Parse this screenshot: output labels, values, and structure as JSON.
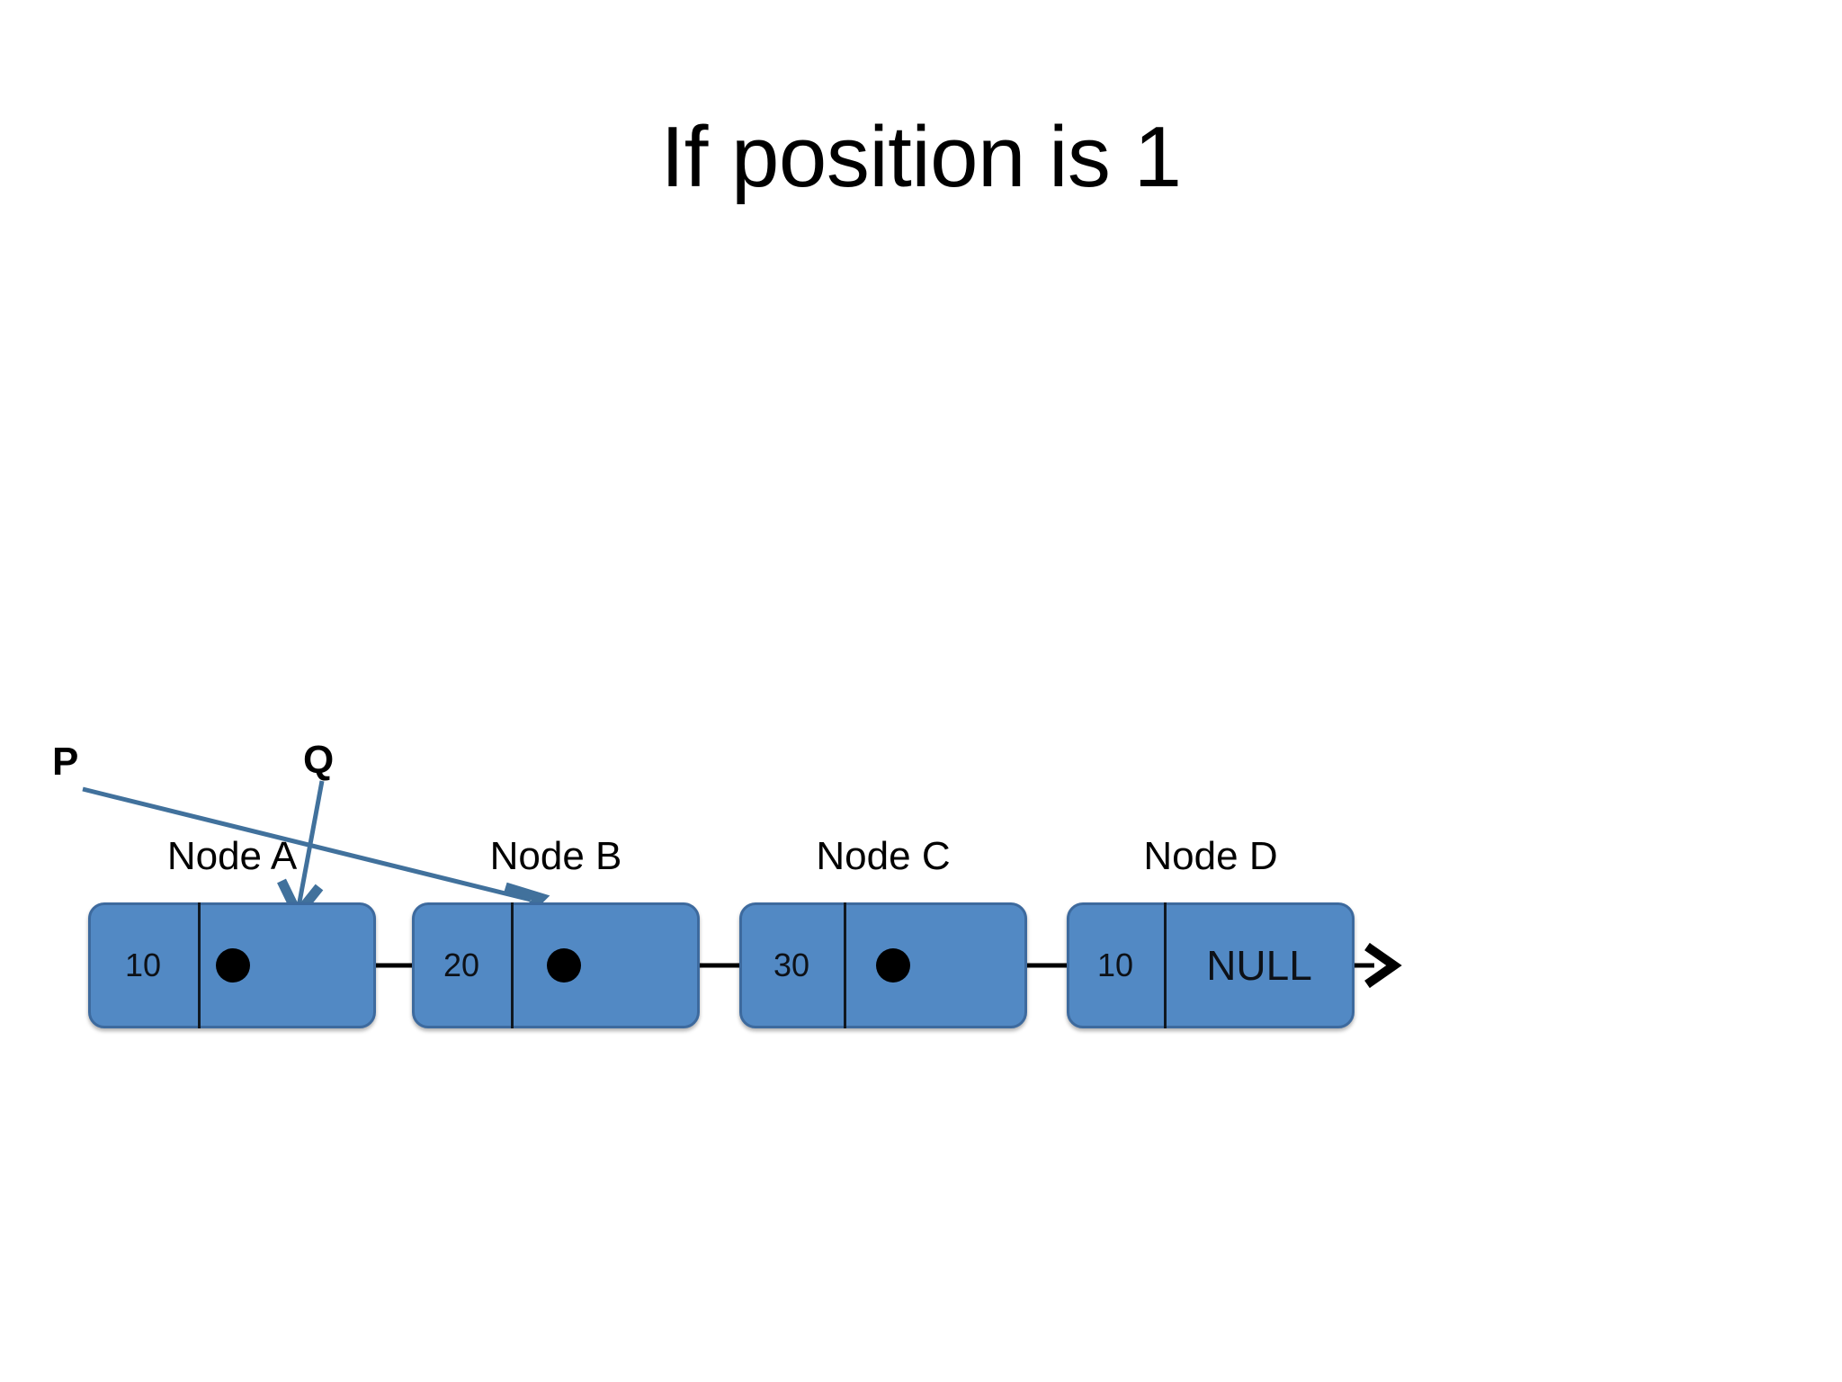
{
  "slide": {
    "title": "If position is 1",
    "background_color": "#FFFFFF"
  },
  "palette": {
    "node_fill": "#5289C4",
    "node_border": "#3D6A9E",
    "divider": "#101820",
    "next_arrow": "#000000",
    "pointer_arrow": "#41719C",
    "text": "#000000"
  },
  "pointers": [
    {
      "name": "P",
      "label": "P",
      "target": "Node B",
      "color": "#41719C"
    },
    {
      "name": "Q",
      "label": "Q",
      "target": "Node A",
      "color": "#41719C"
    }
  ],
  "linked_list": {
    "nodes": [
      {
        "label": "Node A",
        "data": "10",
        "pointer_kind": "dot",
        "pointer_text": "",
        "next": "Node B"
      },
      {
        "label": "Node B",
        "data": "20",
        "pointer_kind": "dot",
        "pointer_text": "",
        "next": "Node C"
      },
      {
        "label": "Node C",
        "data": "30",
        "pointer_kind": "dot",
        "pointer_text": "",
        "next": "Node D"
      },
      {
        "label": "Node D",
        "data": "10",
        "pointer_kind": "text",
        "pointer_text": "NULL",
        "next": ""
      }
    ]
  }
}
